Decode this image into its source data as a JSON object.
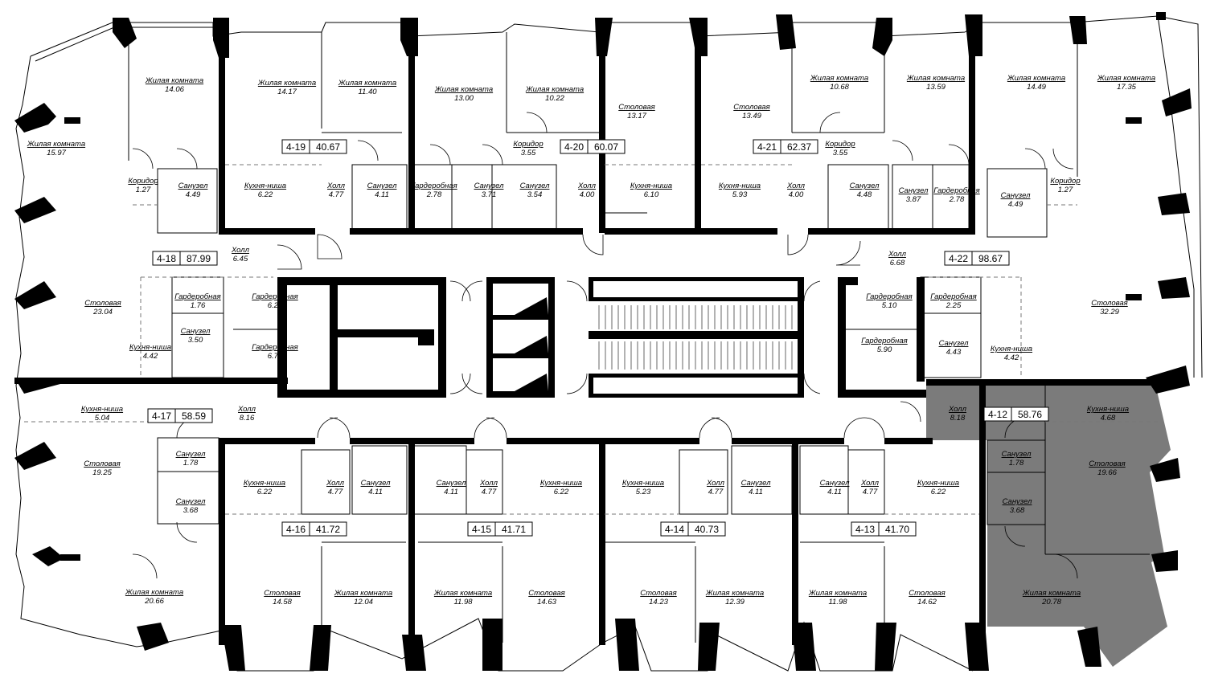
{
  "apartments": [
    {
      "id": "4-12",
      "area": "58.76",
      "highlighted": true
    },
    {
      "id": "4-13",
      "area": "41.70"
    },
    {
      "id": "4-14",
      "area": "40.73"
    },
    {
      "id": "4-15",
      "area": "41.71"
    },
    {
      "id": "4-16",
      "area": "41.72"
    },
    {
      "id": "4-17",
      "area": "58.59"
    },
    {
      "id": "4-18",
      "area": "87.99"
    },
    {
      "id": "4-19",
      "area": "40.67"
    },
    {
      "id": "4-20",
      "area": "60.07"
    },
    {
      "id": "4-21",
      "area": "62.37"
    },
    {
      "id": "4-22",
      "area": "98.67"
    }
  ],
  "rooms": [
    {
      "name": "Жилая комната",
      "area": "15.97"
    },
    {
      "name": "Жилая комната",
      "area": "14.06"
    },
    {
      "name": "Коридор",
      "area": "1.27"
    },
    {
      "name": "Санузел",
      "area": "4.49"
    },
    {
      "name": "Жилая комната",
      "area": "14.17"
    },
    {
      "name": "Жилая комната",
      "area": "11.40"
    },
    {
      "name": "Кухня-ниша",
      "area": "6.22"
    },
    {
      "name": "Холл",
      "area": "4.77"
    },
    {
      "name": "Санузел",
      "area": "4.11"
    },
    {
      "name": "Жилая комната",
      "area": "13.00"
    },
    {
      "name": "Жилая комната",
      "area": "10.22"
    },
    {
      "name": "Коридор",
      "area": "3.55"
    },
    {
      "name": "Гардеробная",
      "area": "2.78"
    },
    {
      "name": "Санузел",
      "area": "3.71"
    },
    {
      "name": "Санузел",
      "area": "3.54"
    },
    {
      "name": "Холл",
      "area": "4.00"
    },
    {
      "name": "Столовая",
      "area": "13.17"
    },
    {
      "name": "Кухня-ниша",
      "area": "6.10"
    },
    {
      "name": "Столовая",
      "area": "13.49"
    },
    {
      "name": "Кухня-ниша",
      "area": "5.93"
    },
    {
      "name": "Холл",
      "area": "4.00"
    },
    {
      "name": "Жилая комната",
      "area": "10.68"
    },
    {
      "name": "Коридор",
      "area": "3.55"
    },
    {
      "name": "Санузел",
      "area": "4.48"
    },
    {
      "name": "Жилая комната",
      "area": "13.59"
    },
    {
      "name": "Санузел",
      "area": "3.87"
    },
    {
      "name": "Гардеробная",
      "area": "2.78"
    },
    {
      "name": "Жилая комната",
      "area": "14.49"
    },
    {
      "name": "Санузел",
      "area": "4.49"
    },
    {
      "name": "Жилая комната",
      "area": "17.35"
    },
    {
      "name": "Коридор",
      "area": "1.27"
    },
    {
      "name": "Холл",
      "area": "6.45"
    },
    {
      "name": "Столовая",
      "area": "23.04"
    },
    {
      "name": "Гардеробная",
      "area": "1.76"
    },
    {
      "name": "Санузел",
      "area": "3.50"
    },
    {
      "name": "Кухня-ниша",
      "area": "4.42"
    },
    {
      "name": "Гардеробная",
      "area": "6.24"
    },
    {
      "name": "Гардеробная",
      "area": "6.79"
    },
    {
      "name": "Холл",
      "area": "6.68"
    },
    {
      "name": "Гардеробная",
      "area": "5.10"
    },
    {
      "name": "Гардеробная",
      "area": "2.25"
    },
    {
      "name": "Гардеробная",
      "area": "5.90"
    },
    {
      "name": "Санузел",
      "area": "4.43"
    },
    {
      "name": "Кухня-ниша",
      "area": "4.42"
    },
    {
      "name": "Столовая",
      "area": "32.29"
    },
    {
      "name": "Кухня-ниша",
      "area": "5.04"
    },
    {
      "name": "Холл",
      "area": "8.16"
    },
    {
      "name": "Столовая",
      "area": "19.25"
    },
    {
      "name": "Санузел",
      "area": "1.78"
    },
    {
      "name": "Санузел",
      "area": "3.68"
    },
    {
      "name": "Жилая комната",
      "area": "20.66"
    },
    {
      "name": "Кухня-ниша",
      "area": "6.22"
    },
    {
      "name": "Холл",
      "area": "4.77"
    },
    {
      "name": "Санузел",
      "area": "4.11"
    },
    {
      "name": "Столовая",
      "area": "14.58"
    },
    {
      "name": "Жилая комната",
      "area": "12.04"
    },
    {
      "name": "Санузел",
      "area": "4.11"
    },
    {
      "name": "Холл",
      "area": "4.77"
    },
    {
      "name": "Кухня-ниша",
      "area": "6.22"
    },
    {
      "name": "Жилая комната",
      "area": "11.98"
    },
    {
      "name": "Столовая",
      "area": "14.63"
    },
    {
      "name": "Кухня-ниша",
      "area": "5.23"
    },
    {
      "name": "Холл",
      "area": "4.77"
    },
    {
      "name": "Санузел",
      "area": "4.11"
    },
    {
      "name": "Столовая",
      "area": "14.23"
    },
    {
      "name": "Жилая комната",
      "area": "12.39"
    },
    {
      "name": "Санузел",
      "area": "4.11"
    },
    {
      "name": "Холл",
      "area": "4.77"
    },
    {
      "name": "Кухня-ниша",
      "area": "6.22"
    },
    {
      "name": "Жилая комната",
      "area": "11.98"
    },
    {
      "name": "Столовая",
      "area": "14.62"
    },
    {
      "name": "Холл",
      "area": "8.18"
    },
    {
      "name": "Кухня-ниша",
      "area": "4.68"
    },
    {
      "name": "Санузел",
      "area": "1.78"
    },
    {
      "name": "Столовая",
      "area": "19.66"
    },
    {
      "name": "Санузел",
      "area": "3.68"
    },
    {
      "name": "Жилая комната",
      "area": "20.78"
    }
  ],
  "colors": {
    "wall": "#000000",
    "highlight": "#7b7b7b",
    "background": "#ffffff"
  }
}
